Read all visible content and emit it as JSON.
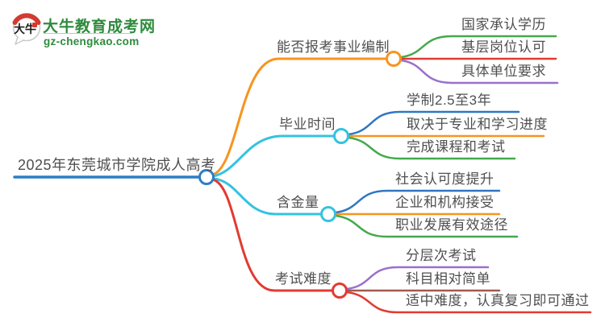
{
  "logo": {
    "title": "大牛教育成考网",
    "domain": "gz-chengkao.com",
    "icon_text": "大牛"
  },
  "colors": {
    "root_blue": "#2b7fc4",
    "orange": "#f7941e",
    "cyan": "#33c3e0",
    "red": "#e23a32",
    "green": "#44a94c",
    "purple": "#9a70cc",
    "blue": "#2f77c2",
    "brown": "#a05a50",
    "logo_green": "#2e8b3d",
    "logo_red": "#d23b31",
    "text_gray": "#4f4f4f"
  },
  "mindmap": {
    "root": {
      "label": "2025年东莞城市学院成人高考"
    },
    "branches": [
      {
        "label": "能否报考事业编制",
        "children": [
          {
            "label": "国家承认学历"
          },
          {
            "label": "基层岗位认可"
          },
          {
            "label": "具体单位要求"
          }
        ]
      },
      {
        "label": "毕业时间",
        "children": [
          {
            "label": "学制2.5至3年"
          },
          {
            "label": "取决于专业和学习进度"
          },
          {
            "label": "完成课程和考试"
          }
        ]
      },
      {
        "label": "含金量",
        "children": [
          {
            "label": "社会认可度提升"
          },
          {
            "label": "企业和机构接受"
          },
          {
            "label": "职业发展有效途径"
          }
        ]
      },
      {
        "label": "考试难度",
        "children": [
          {
            "label": "分层次考试"
          },
          {
            "label": "科目相对简单"
          },
          {
            "label": "适中难度，认真复习即可通过"
          }
        ]
      }
    ]
  }
}
